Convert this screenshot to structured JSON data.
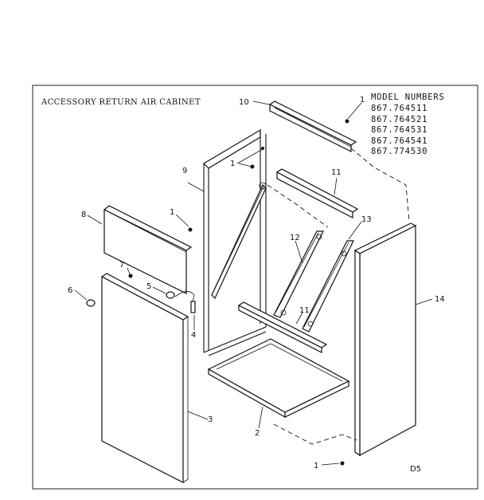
{
  "diagram": {
    "title": "ACCESSORY RETURN AIR CABINET",
    "models": {
      "heading": "MODEL NUMBERS",
      "numbers": [
        "867.764511",
        "867.764521",
        "867.764531",
        "867.764541",
        "867.774530"
      ]
    },
    "callouts": [
      {
        "id": "c1-top",
        "label": "1"
      },
      {
        "id": "c1-mid",
        "label": "1"
      },
      {
        "id": "c1-left",
        "label": "1"
      },
      {
        "id": "c1-bottom",
        "label": "1"
      },
      {
        "id": "c2",
        "label": "2"
      },
      {
        "id": "c3",
        "label": "3"
      },
      {
        "id": "c4",
        "label": "4"
      },
      {
        "id": "c5",
        "label": "5"
      },
      {
        "id": "c6",
        "label": "6"
      },
      {
        "id": "c7",
        "label": "7"
      },
      {
        "id": "c8",
        "label": "8"
      },
      {
        "id": "c9",
        "label": "9"
      },
      {
        "id": "c10",
        "label": "10"
      },
      {
        "id": "c11-top",
        "label": "11"
      },
      {
        "id": "c11-mid",
        "label": "11"
      },
      {
        "id": "c12",
        "label": "12"
      },
      {
        "id": "c13",
        "label": "13"
      },
      {
        "id": "c14",
        "label": "14"
      }
    ],
    "drawing_code": "D5"
  }
}
